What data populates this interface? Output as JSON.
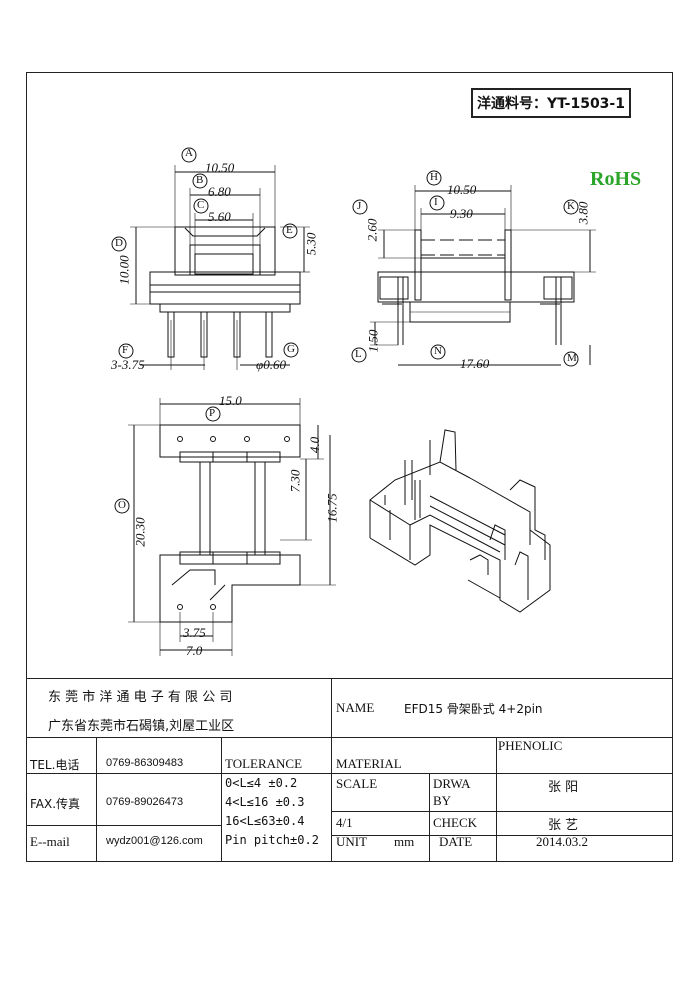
{
  "part_number": "洋通料号：YT-1503-1",
  "rohs": "RoHS",
  "dims": {
    "A": "A",
    "B": "B",
    "C": "C",
    "D": "D",
    "E": "E",
    "F": "F",
    "G": "G",
    "H": "H",
    "I": "I",
    "J": "J",
    "K": "K",
    "L": "L",
    "M": "M",
    "N": "N",
    "O": "O",
    "P": "P",
    "a_val": "10.50",
    "b_val": "6.80",
    "c_val": "5.60",
    "d_val": "10.00",
    "e_val": "5.30",
    "f_val": "3-3.75",
    "g_val": "φ0.60",
    "h_val": "10.50",
    "i_val": "9.30",
    "j_val": "2.60",
    "k_val": "3.80",
    "l_val": "1.50",
    "n_val": "17.60",
    "p_val": "15.0",
    "o_val": "20.30",
    "v4": "4.0",
    "v730": "7.30",
    "v1675": "16.75",
    "v375": "3.75",
    "v70": "7.0"
  },
  "title_block": {
    "company": "东 莞 市 洋 通 电 子 有 限 公 司",
    "address": "广东省东莞市石碣镇,刘屋工业区",
    "name_label": "NAME",
    "name_value": "EFD15 骨架卧式 4+2pin",
    "tel_label": "TEL.电话",
    "tel_value": "0769-86309483",
    "fax_label": "FAX.传真",
    "fax_value": "0769-89026473",
    "email_label": "E--mail",
    "email_value": "wydz001@126.com",
    "tolerance_label": "TOLERANCE",
    "tol1": "0<L≤4  ±0.2",
    "tol2": "4<L≤16 ±0.3",
    "tol3": "16<L≤63±0.4",
    "tol4": "Pin pitch±0.2",
    "material_label": "MATERIAL",
    "material_value": "PHENOLIC",
    "scale_label": "SCALE",
    "scale_value": "4/1",
    "drawn_label1": "DRWA",
    "drawn_label2": "BY",
    "drawn_value": "张 阳",
    "check_label": "CHECK",
    "check_value": "张 艺",
    "unit_label": "UNIT",
    "unit_value": "mm",
    "date_label": "DATE",
    "date_value": "2014.03.2"
  }
}
